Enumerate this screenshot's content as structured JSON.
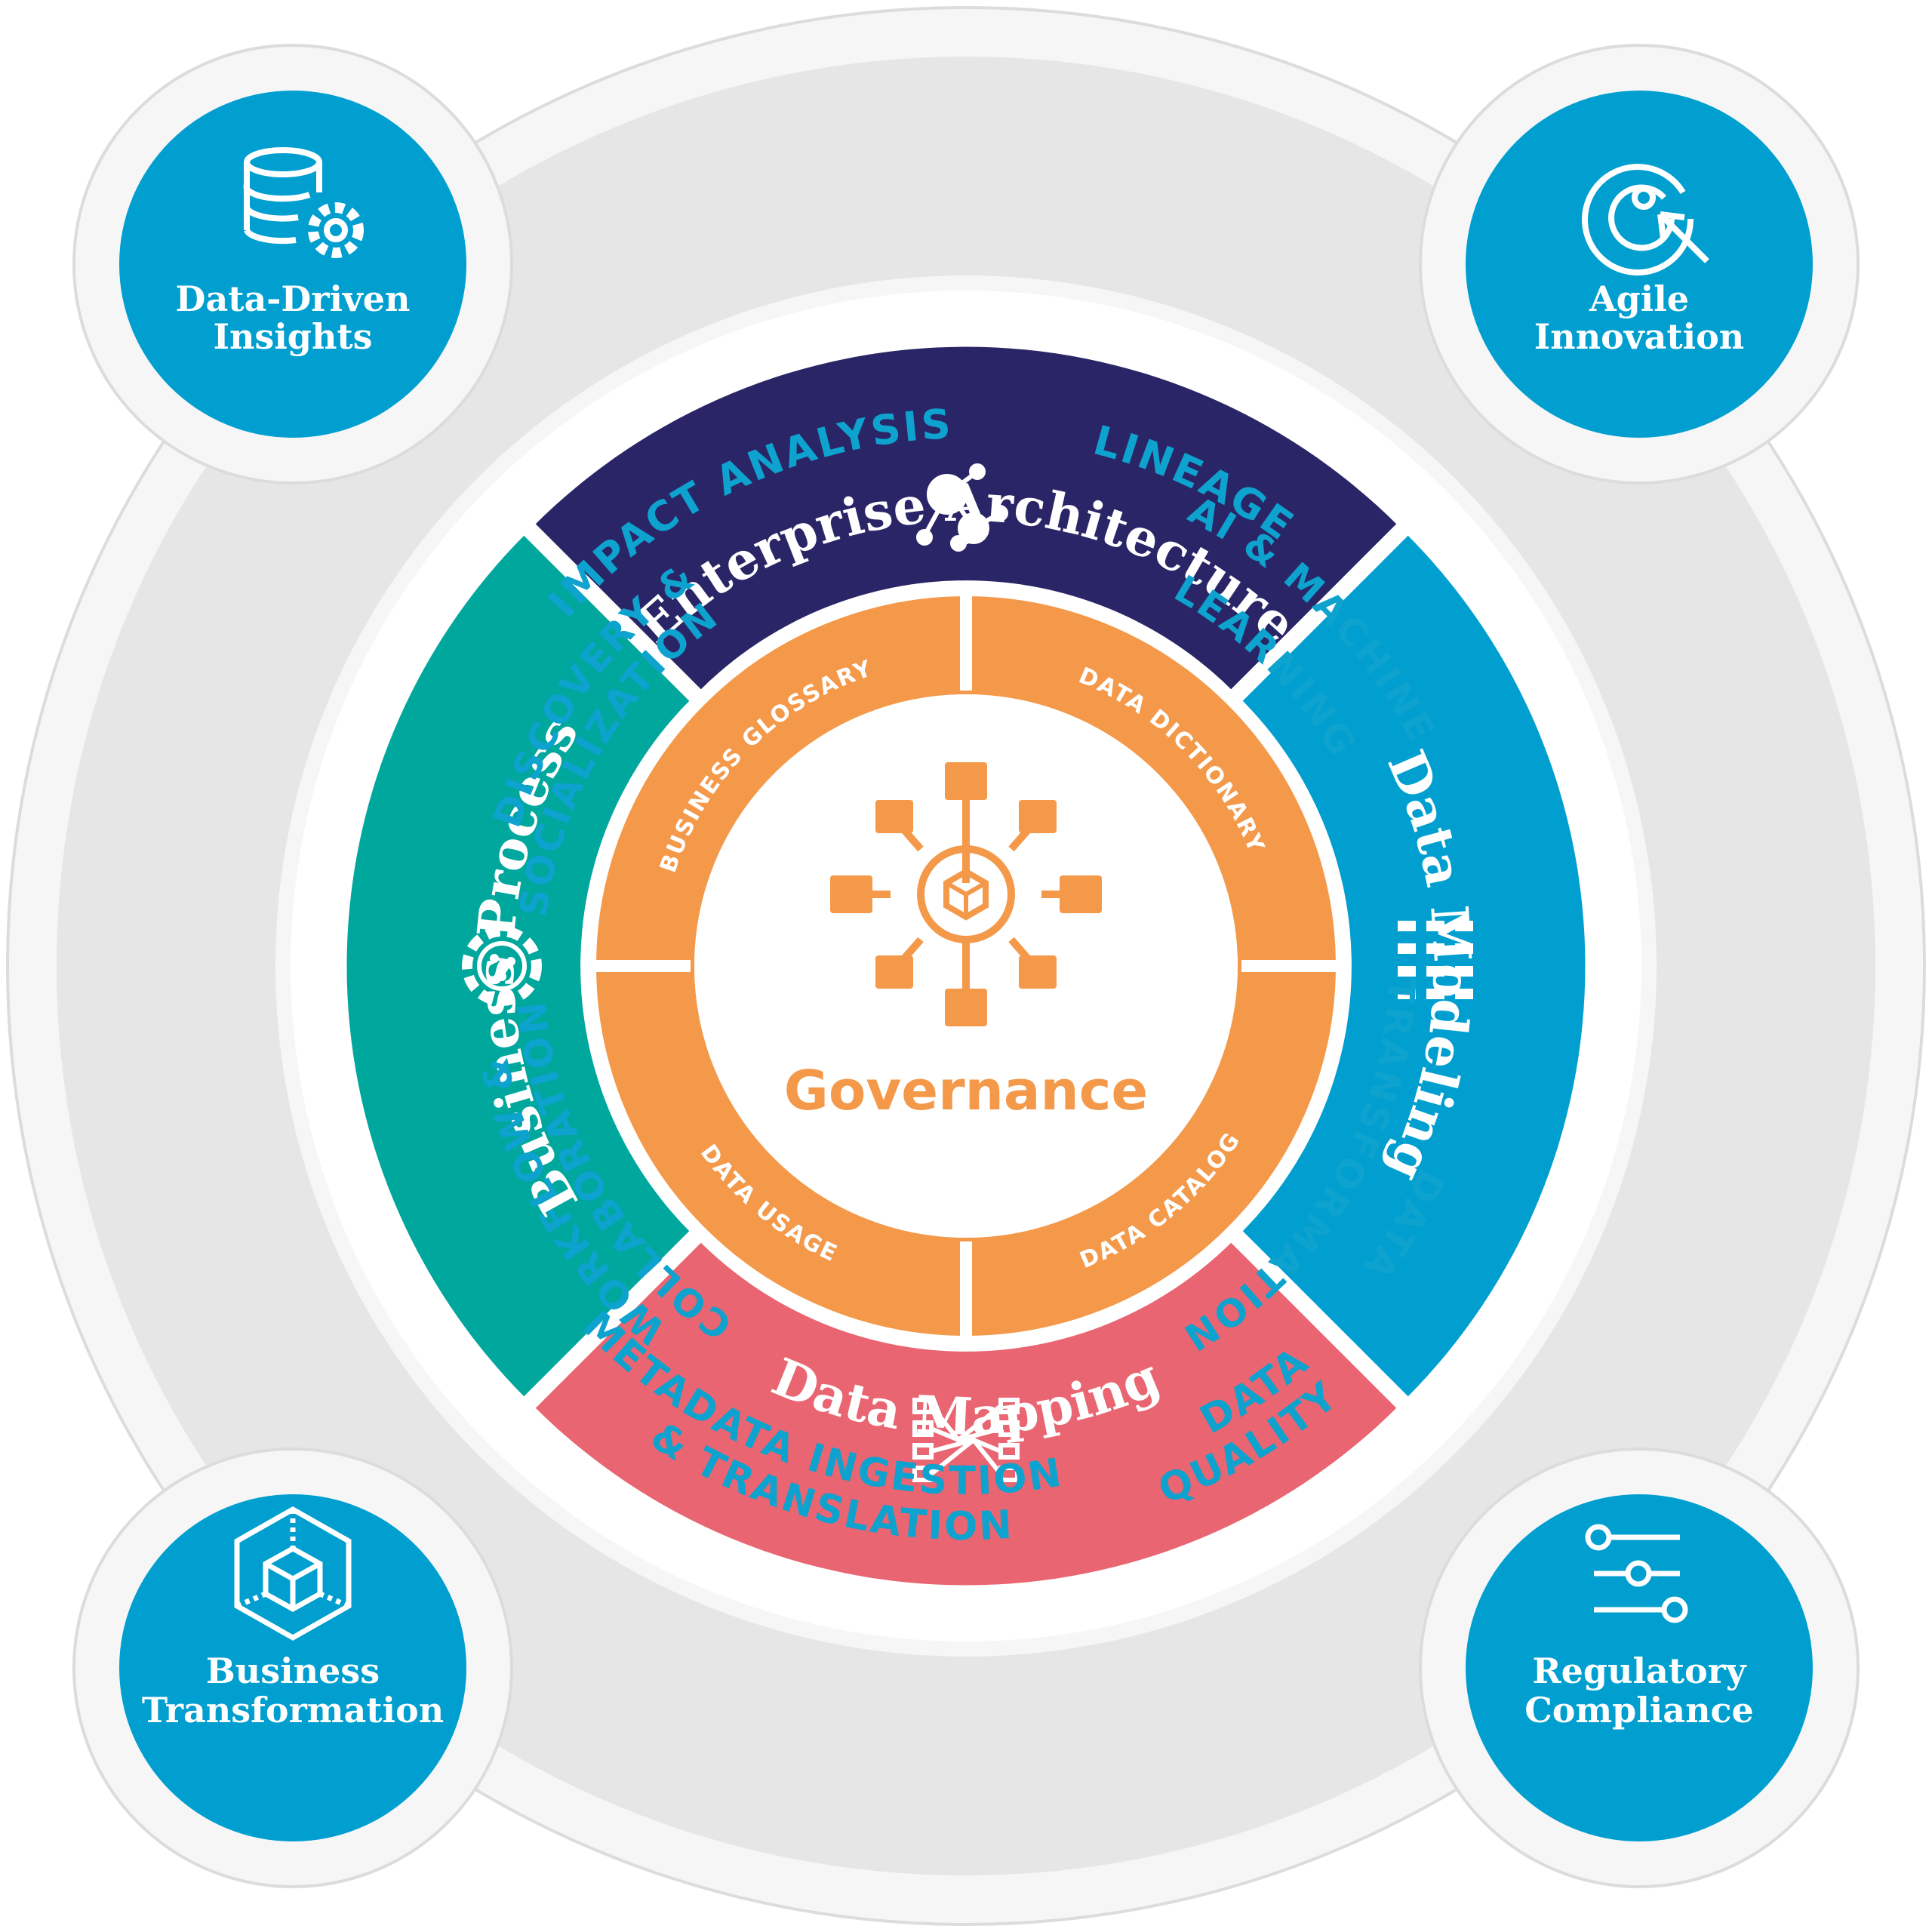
{
  "center": {
    "label": "Governance"
  },
  "segments": {
    "top": {
      "label": "Enterprise Architecture"
    },
    "left": {
      "label": "Business Process"
    },
    "right": {
      "label": "Data Modeling"
    },
    "bottom": {
      "label": "Data Mapping"
    }
  },
  "inner_ring": {
    "top_left": "BUSINESS GLOSSARY",
    "top_right": "DATA DICTIONARY",
    "bottom_left": "DATA USAGE",
    "bottom_right": "DATA CATALOG"
  },
  "outer_ring": {
    "impact_analysis": "IMPACT ANALYSIS",
    "lineage": "LINEAGE",
    "discovery_line1": "DISCOVERY &",
    "discovery_line2": "SOCIALIZATION",
    "workflow_line1": "WORKFLOW &",
    "workflow_line2": "COLLABORATION",
    "ai_line1": "AI & MACHINE",
    "ai_line2": "LEARNING",
    "transformation_line1": "DATA",
    "transformation_line2": "TRANSFORMATION",
    "metadata_line1": "METADATA INGESTION",
    "metadata_line2": "& TRANSLATION",
    "quality_line1": "DATA",
    "quality_line2": "QUALITY"
  },
  "corners": {
    "top_left": {
      "line1": "Data-Driven",
      "line2": "Insights",
      "icon": "database-gear-icon"
    },
    "top_right": {
      "line1": "Agile",
      "line2": "Innovation",
      "icon": "target-cursor-icon"
    },
    "bottom_left": {
      "line1": "Business",
      "line2": "Transformation",
      "icon": "cube-icon"
    },
    "bottom_right": {
      "line1": "Regulatory",
      "line2": "Compliance",
      "icon": "sliders-icon"
    }
  },
  "colors": {
    "ring_gray": "#e6e6e6",
    "white_ring": "#f6f6f6",
    "navy": "#2a2566",
    "teal": "#00a79d",
    "blue": "#009fd0",
    "coral": "#e86571",
    "orange": "#f4994a",
    "accent_blue": "#0ea2cf"
  }
}
